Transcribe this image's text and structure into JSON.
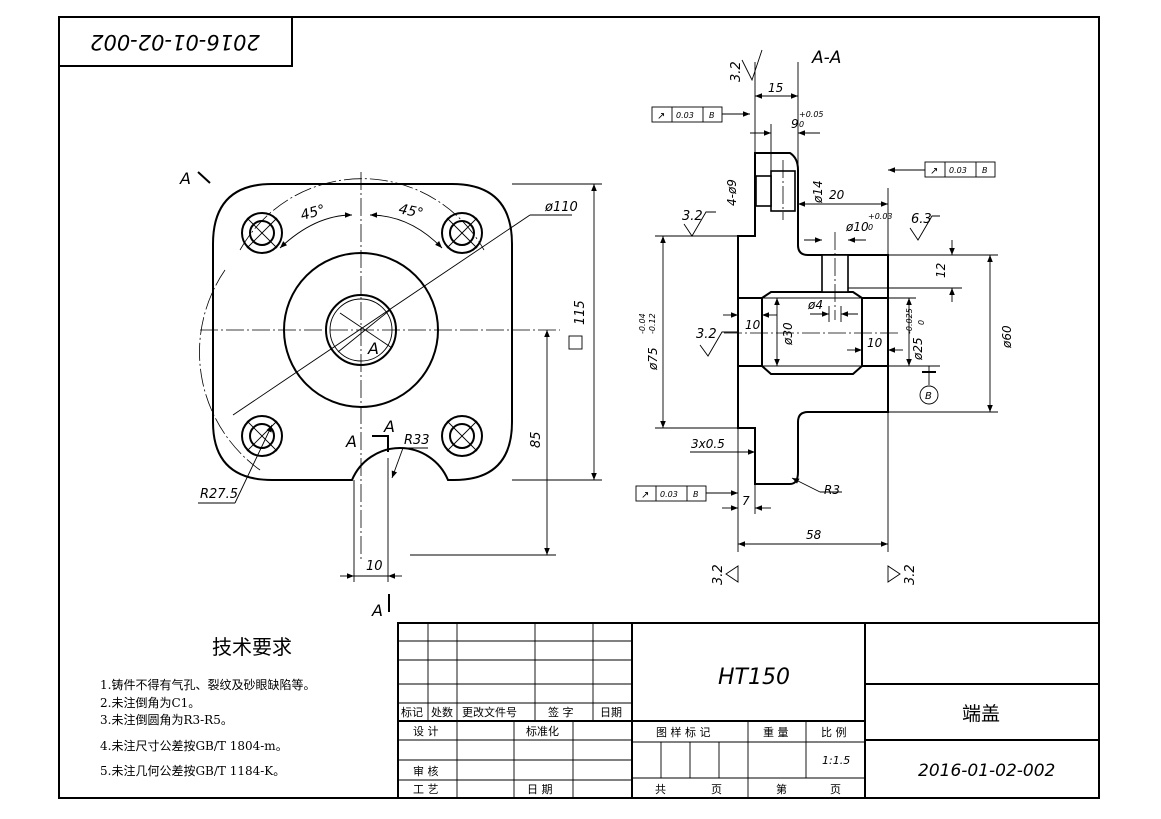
{
  "drawing_number_flipped": "2016-01-02-002",
  "section_title": "A-A",
  "section_mark_letter": "A",
  "front_view": {
    "center_label": "A",
    "angle_1": "45°",
    "angle_2": "45°",
    "dim_outer_diameter": "ø110",
    "dim_square": "115",
    "dim_height_85": "85",
    "dim_r33": "R33",
    "dim_r27_5": "R27.5",
    "dim_width_10": "10"
  },
  "section_view": {
    "roughness_top": "3.2",
    "roughness_upper_left": "3.2",
    "roughness_bore": "3.2",
    "roughness_mid": "6.3",
    "roughness_bottom_left": "3.2",
    "roughness_bottom_right": "3.2",
    "dim_15": "15",
    "dim_9": "9",
    "dim_9_tol_upper": "+0.05",
    "dim_9_tol_lower": "0",
    "dim_holes": "4-ø9",
    "dim_phi14": "ø14",
    "dim_20": "20",
    "dim_phi10": "ø10",
    "dim_phi10_tol_upper": "+0.03",
    "dim_phi10_tol_lower": "0",
    "dim_12": "12",
    "dim_phi75": "ø75",
    "dim_phi75_tol_upper": "-0.04",
    "dim_phi75_tol_lower": "-0.12",
    "dim_10_left": "10",
    "dim_phi30": "ø30",
    "dim_phi4": "ø4",
    "dim_10_right": "10",
    "dim_phi25": "ø25",
    "dim_phi25_tol_upper": "-0.025",
    "dim_phi25_tol_lower": "0",
    "dim_phi60": "ø60",
    "datum_b": "B",
    "dim_chamfer": "3x0.5",
    "dim_r3": "R3",
    "dim_7": "7",
    "dim_58": "58",
    "fcf_top": {
      "symbol": "↗",
      "value": "0.03",
      "datum": "B"
    },
    "fcf_right": {
      "symbol": "↗",
      "value": "0.03",
      "datum": "B"
    },
    "fcf_bottom": {
      "symbol": "↗",
      "value": "0.03",
      "datum": "B"
    }
  },
  "tech_requirements": {
    "title": "技术要求",
    "items": [
      "1.铸件不得有气孔、裂纹及砂眼缺陷等。",
      "2.未注倒角为C1。",
      "3.未注倒圆角为R3-R5。",
      "4.未注尺寸公差按GB/T 1804-m。",
      "5.未注几何公差按GB/T 1184-K。"
    ]
  },
  "title_block": {
    "header_mark": "标记",
    "header_count": "处数",
    "header_doc": "更改文件号",
    "header_sign": "签 字",
    "header_date": "日期",
    "design": "设 计",
    "standardize": "标准化",
    "review": "审 核",
    "process": "工 艺",
    "date_label": "日 期",
    "material": "HT150",
    "sample_mark": "图 样 标 记",
    "weight": "重 量",
    "scale_label": "比 例",
    "scale_value": "1:1.5",
    "total": "共",
    "page": "页",
    "sheet": "第",
    "page2": "页",
    "part_name": "端盖",
    "drawing_number": "2016-01-02-002"
  }
}
